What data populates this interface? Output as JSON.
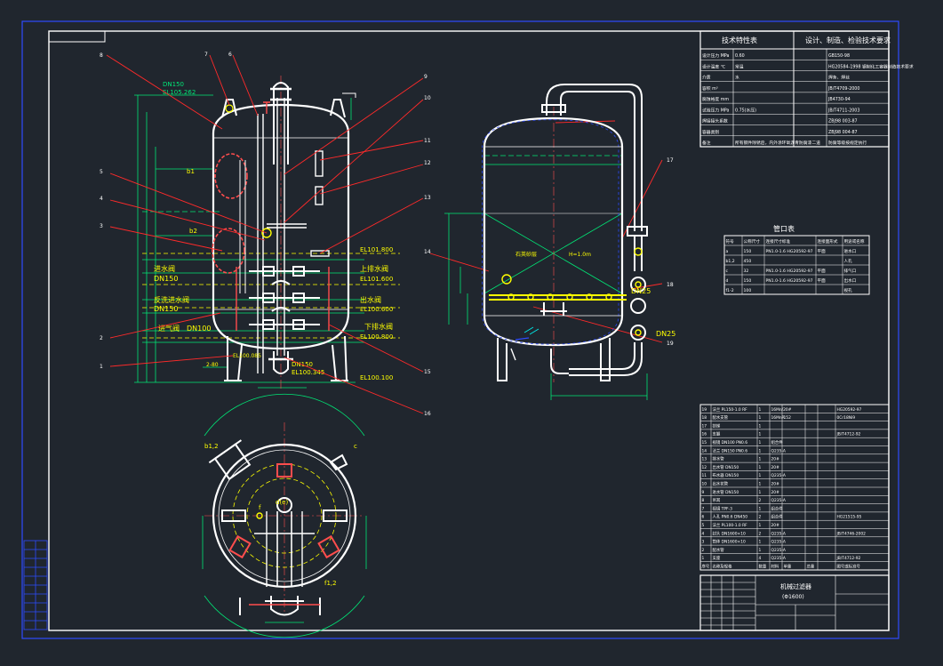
{
  "drawing": {
    "colors": {
      "background": "#20262e",
      "frame": "#ffffff",
      "outer_frame": "#2d4bff",
      "vessel": "#ffffff",
      "dimension": "#00e676",
      "leader": "#ff2a2a",
      "label": "#ffff00",
      "hatch": "#00e5e5",
      "highlight": "#ff4d4d"
    },
    "front_view": {
      "top_label_line1": "DN150",
      "top_label_line2": "EL105.262",
      "b1": "b1",
      "b2": "b2",
      "upper_label_cn": "进水阀",
      "upper_label_dn": "DN150",
      "mid_label_cn": "反洗进水阀",
      "mid_label_dn": "DN150",
      "lower_label_cn": "进气阀",
      "lower_label_dn": "DN100",
      "right_upper_cn": "上排水阀",
      "right_upper_el": "EL101.600",
      "right_mid_cn": "出水阀",
      "right_mid_el": "EL100.600",
      "right_lower_cn": "下排水阀",
      "right_lower_el": "EL100.800",
      "el_center": "EL101.800",
      "bottom_dn": "DN150",
      "bottom_el": "EL100.345",
      "base_el": "EL100.100",
      "left_small": "EL100.085",
      "foot_text": "2-80"
    },
    "side_view": {
      "inner_text1": "石英砂层",
      "inner_text2": "H=1.0m",
      "right_dn25a": "DN25",
      "right_dn25b": "DN25"
    },
    "plan_view": {
      "b12": "b1,2",
      "c_label": "c",
      "d_label": "d(e)",
      "f_label": "f",
      "f12": "f1,2"
    },
    "balloons": {
      "n1": "1",
      "n2": "2",
      "n3": "3",
      "n4": "4",
      "n5": "5",
      "n6": "6",
      "n7": "7",
      "n8": "8",
      "n9": "9",
      "n10": "10",
      "n11": "11",
      "n12": "12",
      "n13": "13",
      "n14": "14",
      "n15": "15",
      "n16": "16",
      "n17": "17",
      "n18": "18",
      "n19": "19"
    },
    "tech_table": {
      "title_left": "技术特性表",
      "title_right": "设计、制造、检验技术要求",
      "rows": [
        {
          "k": "设计压力 MPa",
          "v": "0.60",
          "k2": "GB150-98"
        },
        {
          "k": "设计温度 ℃",
          "v": "常温",
          "k2": "HG20584-1998 钢制化工容器制造技术要求"
        },
        {
          "k": "介质",
          "v": "水",
          "k2": "焊条、焊丝"
        },
        {
          "k": "容积 m³",
          "v": "",
          "k2": "JB/T4709-2000"
        },
        {
          "k": "腐蚀裕度 mm",
          "v": "",
          "k2": "JB4730-94"
        },
        {
          "k": "试验压力 MPa",
          "v": "0.75(水压)",
          "k2": "JB/T4711-2003"
        },
        {
          "k": "焊接接头系数",
          "v": "",
          "k2": "ZBJ98 003-87"
        },
        {
          "k": "容器类别",
          "v": "",
          "k2": "ZBJ98 004-87"
        },
        {
          "k": "备注",
          "v": "所有钢件除锈后，内外涂环氧沥青防腐漆二道",
          "k2": "防腐等级按规定执行"
        }
      ]
    },
    "nozzle_table": {
      "title": "管口表",
      "headers": [
        "符号",
        "公称尺寸",
        "连接尺寸标准",
        "连接面形式",
        "用途或名称"
      ],
      "rows": [
        [
          "a",
          "150",
          "PN1.0-1.6 HG20592-97",
          "平面",
          "进水口"
        ],
        [
          "b1,2",
          "450",
          "",
          "",
          "人孔"
        ],
        [
          "c",
          "32",
          "PN1.0-1.6 HG20592-97",
          "平面",
          "排气口"
        ],
        [
          "d",
          "150",
          "PN1.0-1.6 HG20592-97",
          "平面",
          "出水口"
        ],
        [
          "f1-2",
          "100",
          "",
          "",
          "视孔"
        ]
      ]
    },
    "bom": {
      "rows": [
        [
          "19",
          "法兰 PL150-1.0 RF",
          "1",
          "16Mn/20#",
          "",
          "HG20592-97"
        ],
        [
          "18",
          "配水支管",
          "1",
          "16MnR",
          "152",
          "0Cr18Ni9"
        ],
        [
          "17",
          "扶梯",
          "1",
          "",
          "",
          ""
        ],
        [
          "16",
          "支腿",
          "1",
          "",
          "",
          "JB/T4712-92"
        ],
        [
          "15",
          "视镜 DN100 PN0.6",
          "1",
          "组合件",
          "",
          ""
        ],
        [
          "14",
          "法兰 DN150 PN0.6",
          "1",
          "Q235-A",
          "",
          ""
        ],
        [
          "13",
          "排水管",
          "1",
          "20#",
          "",
          ""
        ],
        [
          "12",
          "出水管 DN150",
          "1",
          "20#",
          "",
          ""
        ],
        [
          "11",
          "布水器 DN150",
          "1",
          "Q235-A",
          "",
          ""
        ],
        [
          "10",
          "出水花管",
          "1",
          "20#",
          "",
          ""
        ],
        [
          "9",
          "进水管 DN150",
          "1",
          "20#",
          "",
          ""
        ],
        [
          "8",
          "吊耳",
          "2",
          "Q235-A",
          "",
          ""
        ],
        [
          "7",
          "视镜 TPF-3",
          "1",
          "组合件",
          "",
          ""
        ],
        [
          "6",
          "人孔 PN0.6 DN450",
          "2",
          "组合件",
          "",
          "HG21515-95"
        ],
        [
          "5",
          "法兰 PL100-1.0 RF",
          "1",
          "20#",
          "",
          ""
        ],
        [
          "4",
          "封头 DN1600×10",
          "2",
          "Q235-A",
          "",
          "JB/T4746-2002"
        ],
        [
          "3",
          "筒体 DN1600×10",
          "1",
          "Q235-A",
          "",
          ""
        ],
        [
          "2",
          "配水管",
          "1",
          "Q235-A",
          "",
          ""
        ],
        [
          "1",
          "支座",
          "4",
          "Q235-A",
          "",
          "JB/T4712-92"
        ]
      ],
      "header": [
        "序号",
        "名称及规格",
        "数量",
        "材料",
        "单重",
        "总重",
        "图号或标准号"
      ]
    },
    "title_block": {
      "name": "机械过滤器",
      "sub": "(Φ1600)"
    }
  }
}
